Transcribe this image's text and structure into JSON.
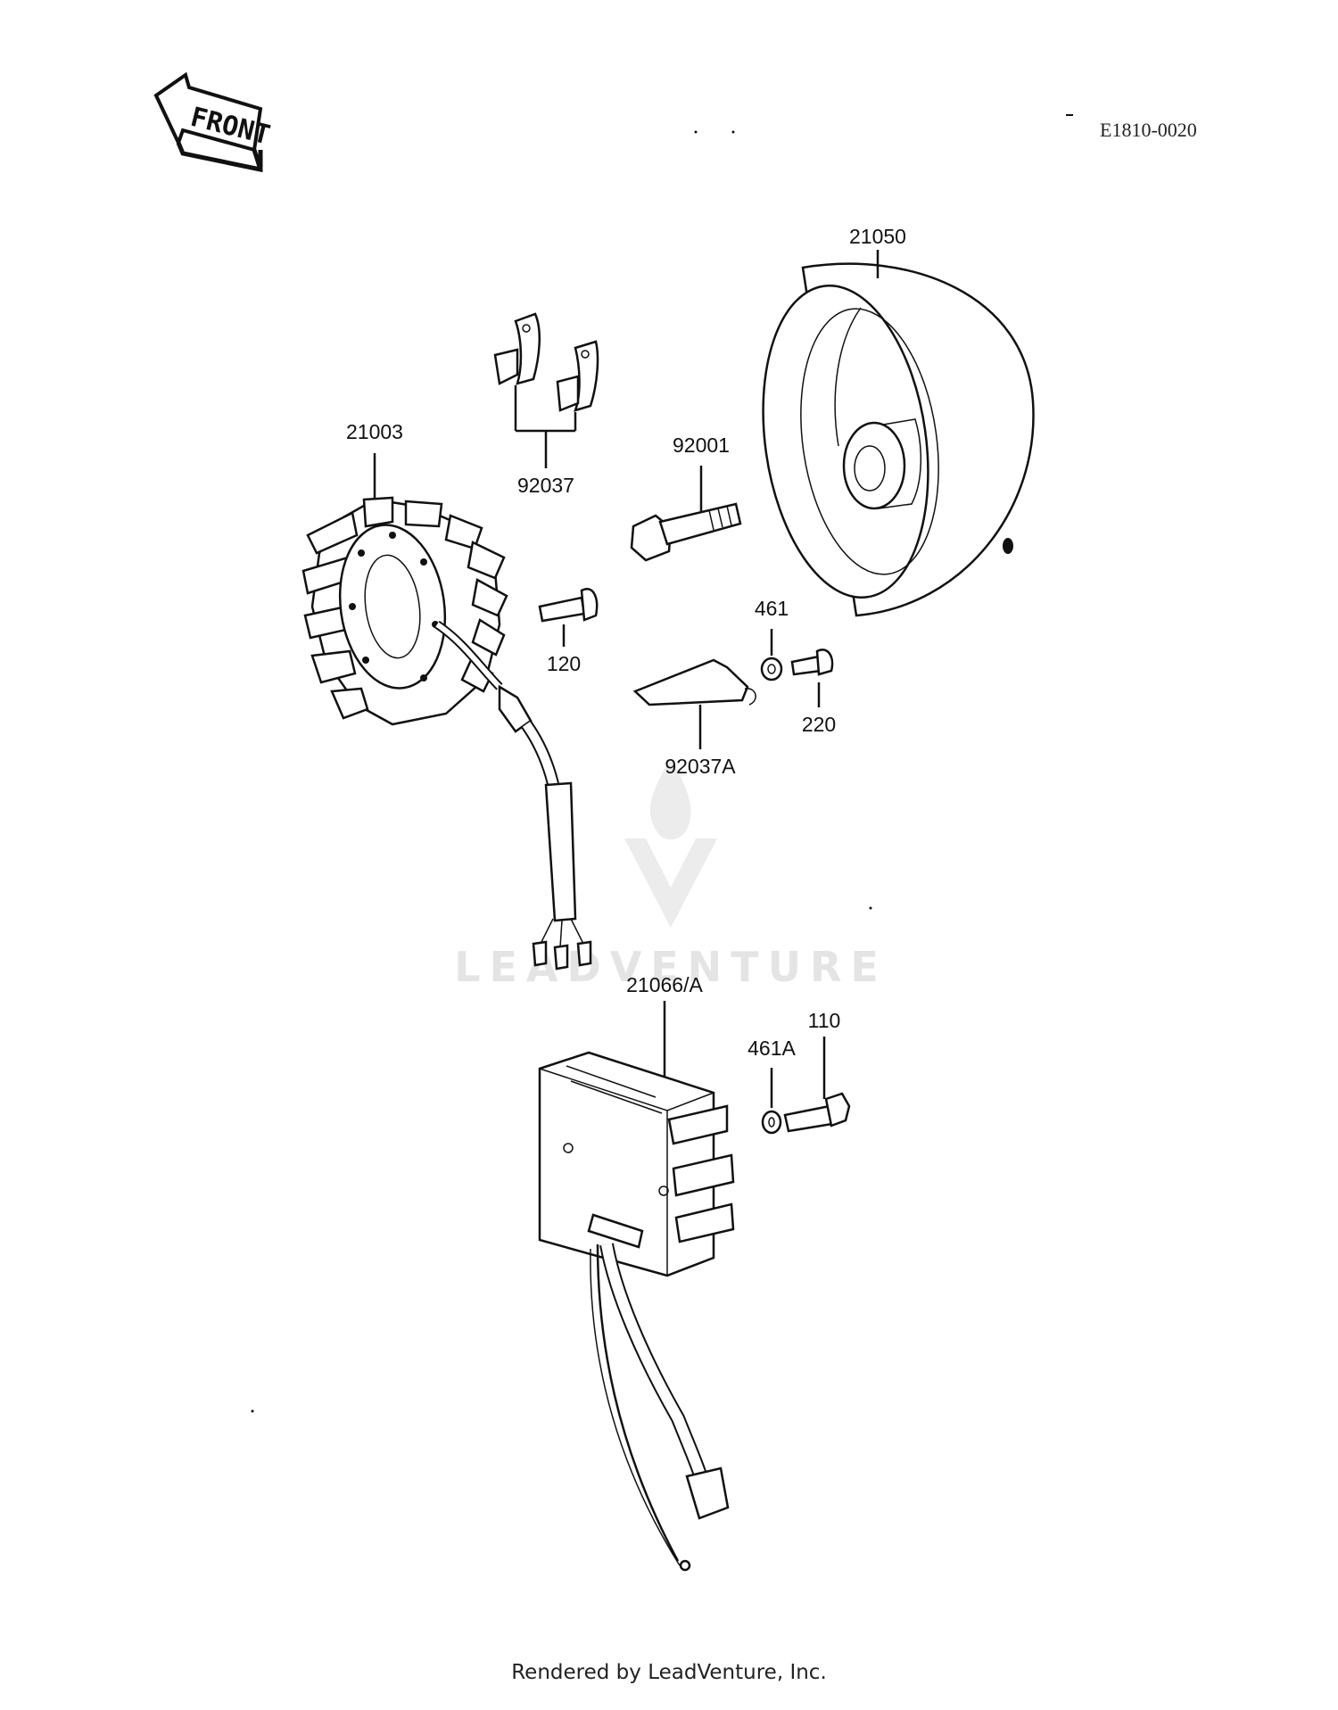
{
  "header": {
    "front_label": "FRONT",
    "diagram_code": "E1810-0020"
  },
  "parts": {
    "flywheel": "21050",
    "stator": "21003",
    "lead_clamps": "92037",
    "rotor_bolt": "92001",
    "stator_screw": "120",
    "washer": "461",
    "clamp_screw": "220",
    "lead_clamp_a": "92037A",
    "regulator": "21066/A",
    "regulator_washer": "461A",
    "regulator_bolt": "110"
  },
  "watermark": {
    "brand": "LEADVENTURE"
  },
  "footer": {
    "rendered_by": "Rendered by LeadVenture, Inc."
  }
}
